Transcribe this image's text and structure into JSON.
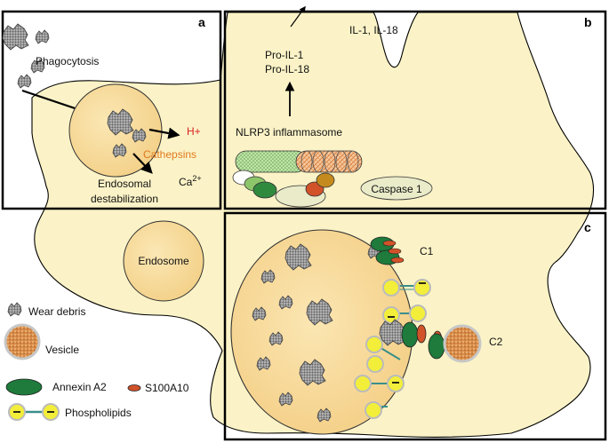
{
  "panels": {
    "a": "a",
    "b": "b",
    "c": "c"
  },
  "panel_a": {
    "phagocytosis": "Phagocytosis",
    "h_plus": "H+",
    "cathepsins": "Cathepsins",
    "ca_base": "Ca",
    "ca_sup": "2+",
    "endosomal_line1": "Endosomal",
    "endosomal_line2": "destabilization"
  },
  "panel_b": {
    "il": "IL-1, IL-18",
    "pro_il1": "Pro-IL-1",
    "pro_il18": "Pro-IL-18",
    "nlrp3": "NLRP3 inflammasome",
    "caspase": "Caspase 1"
  },
  "panel_c": {
    "c1": "C1",
    "c2": "C2"
  },
  "endosome": "Endosome",
  "legend": {
    "wear_debris": "Wear debris",
    "vesicle": "Vesicle",
    "annexin": "Annexin A2",
    "s100a10": "S100A10",
    "phospholipids": "Phospholipids"
  },
  "colors": {
    "cell": "#fbf3c7",
    "endosome": "#f9dc9a",
    "annexin": "#1e7b3c",
    "s100": "#d2522a",
    "phospholipid": "#f2ee3a",
    "h_plus": "#d62020",
    "cathepsins": "#e0791e"
  }
}
